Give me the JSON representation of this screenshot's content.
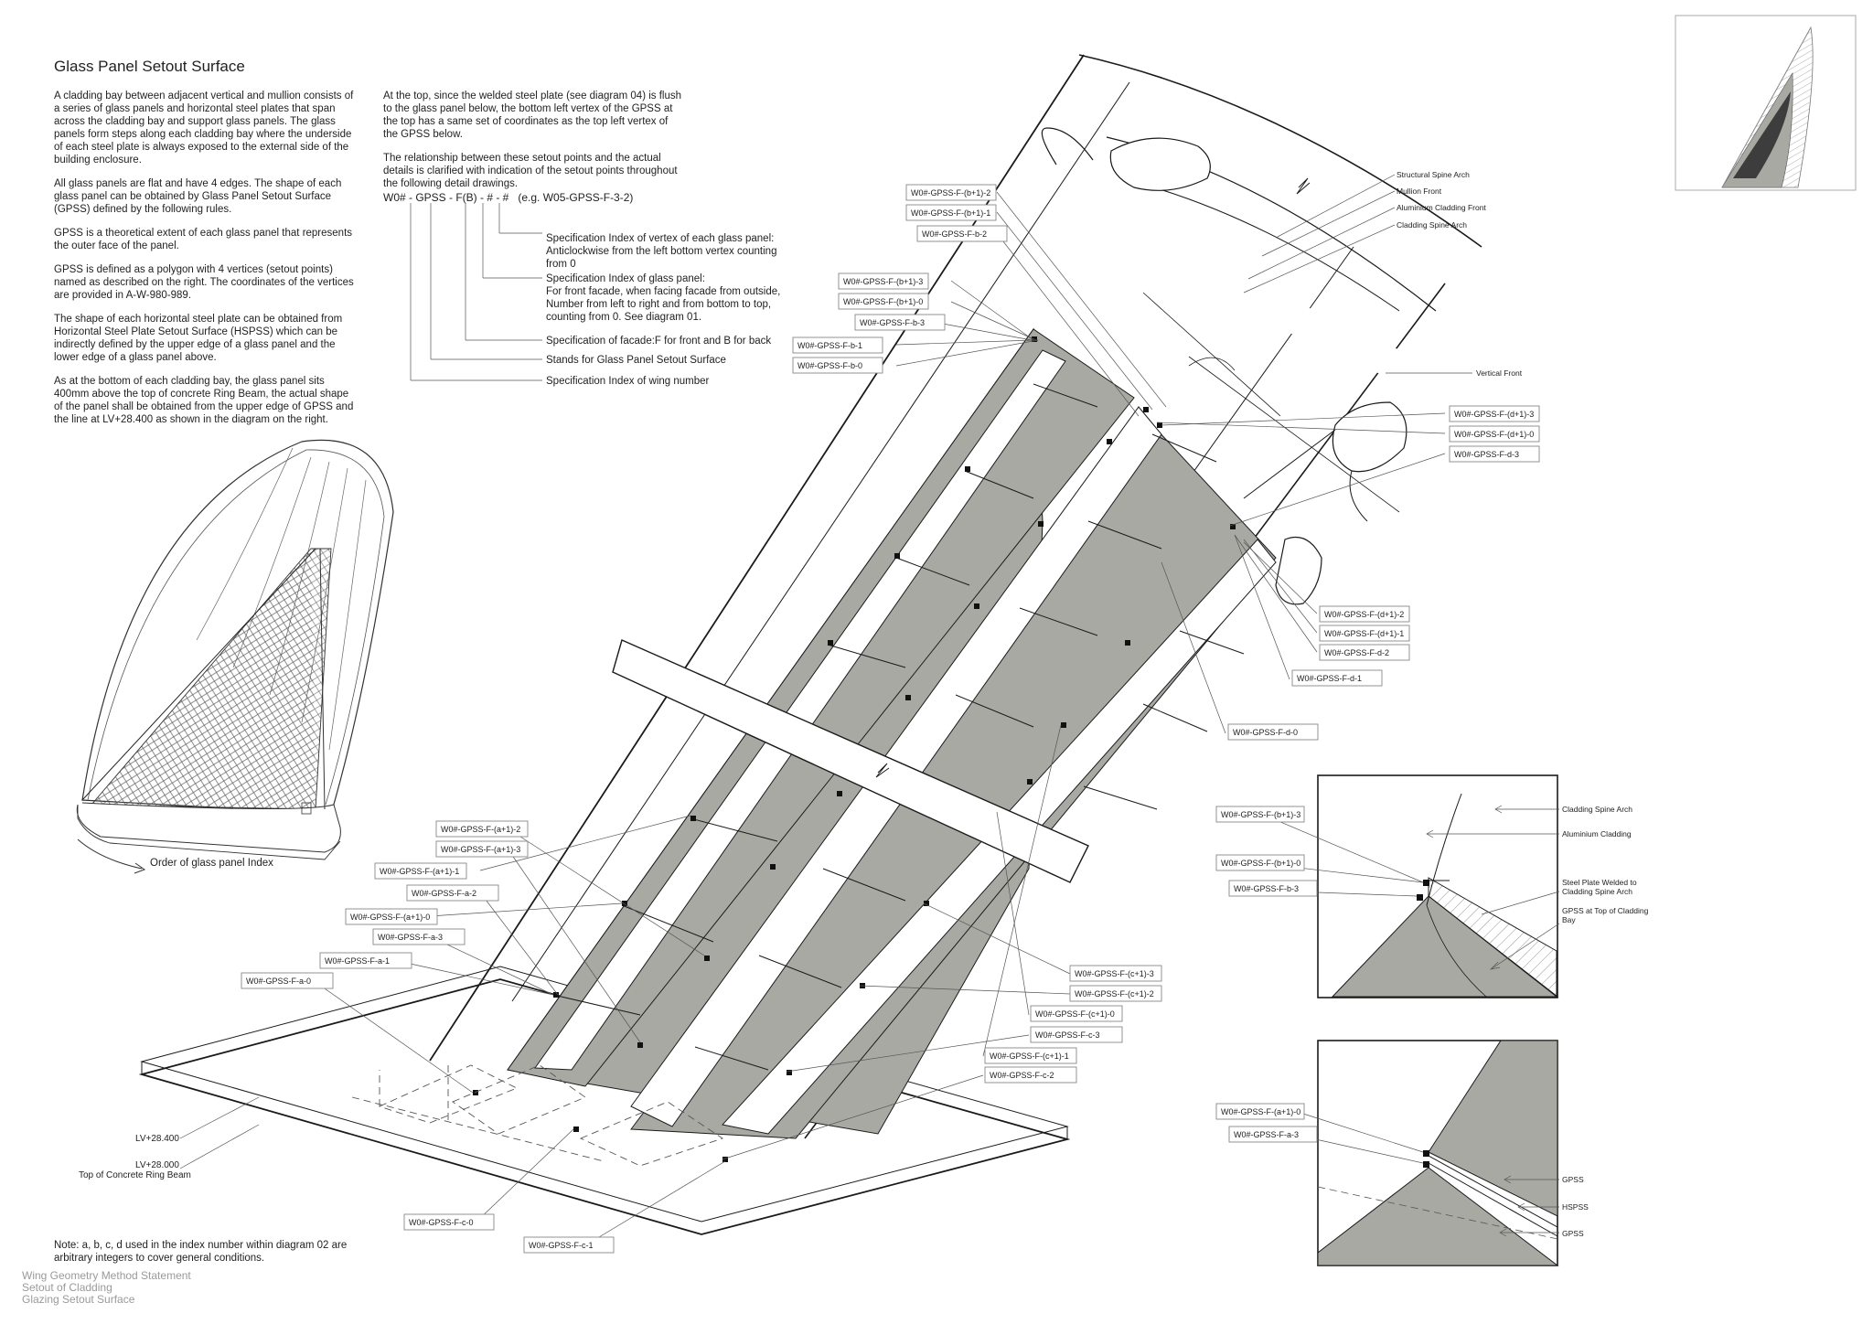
{
  "title": "Glass Panel Setout Surface",
  "left_paragraphs": [
    "A cladding bay between adjacent vertical and mullion consists of a series of glass panels and horizontal steel plates that span across the cladding bay and support glass panels. The glass panels form steps along each cladding bay where the underside of each steel plate is always exposed to the external side of the building enclosure.",
    "All glass panels are flat and have 4 edges. The shape of each glass panel can be obtained by Glass Panel Setout Surface (GPSS) defined by the following rules.",
    "GPSS is a theoretical extent of each glass panel that represents the outer face of the panel.",
    "GPSS is defined as a polygon with 4 vertices (setout points) named as described on the right. The coordinates of the vertices are provided in A-W-980-989.",
    "The shape of each horizontal steel plate can be obtained from Horizontal Steel Plate Setout Surface (HSPSS) which can be indirectly defined by the upper edge of a glass panel and the lower edge of a glass panel above.",
    "As at the bottom of each cladding bay, the glass panel sits 400mm above the top of concrete Ring Beam, the actual shape of the panel shall be obtained from the upper edge of GPSS and the line at LV+28.400 as shown in the diagram on the right."
  ],
  "middle_paragraphs": [
    "At the top, since the welded steel plate (see diagram 04) is flush to the glass panel below, the bottom left vertex of the GPSS at the top has a same set of coordinates as the top left vertex of the GPSS below.",
    "The relationship between these setout points and the actual details is clarified with indication of the setout points throughout the following detail drawings."
  ],
  "naming_formula": "W0# - GPSS - F(B) - #  - #",
  "naming_example": "(e.g. W05-GPSS-F-3-2)",
  "naming_legend": [
    "Specification Index of vertex of each glass panel:\nAnticlockwise from the left bottom vertex counting\nfrom 0",
    "Specification Index of glass panel:\nFor front facade, when facing facade from outside,\nNumber from left to right and from bottom to top,\ncounting from 0. See diagram 01.",
    "Specification of facade:F for front and B for back",
    "Stands for Glass Panel Setout Surface",
    "Specification Index of wing number"
  ],
  "order_caption": "Order of glass panel Index",
  "level_labels": [
    "LV+28.400",
    "LV+28.000",
    "Top of Concrete Ring Beam"
  ],
  "note": "Note: a, b, c, d used in the index number within diagram 02 are arbitrary integers to cover general conditions.",
  "footer": [
    "Wing Geometry Method Statement",
    "Setout of Cladding",
    "Glazing Setout Surface"
  ],
  "main_callouts": {
    "top_b": [
      "W0#-GPSS-F-(b+1)-2",
      "W0#-GPSS-F-(b+1)-1",
      "W0#-GPSS-F-b-2"
    ],
    "mid_b": [
      "W0#-GPSS-F-(b+1)-3",
      "W0#-GPSS-F-(b+1)-0",
      "W0#-GPSS-F-b-3",
      "W0#-GPSS-F-b-1",
      "W0#-GPSS-F-b-0"
    ],
    "d_upper": [
      "W0#-GPSS-F-(d+1)-3",
      "W0#-GPSS-F-(d+1)-0",
      "W0#-GPSS-F-d-3"
    ],
    "d_lower": [
      "W0#-GPSS-F-(d+1)-2",
      "W0#-GPSS-F-(d+1)-1",
      "W0#-GPSS-F-d-2",
      "W0#-GPSS-F-d-1",
      "W0#-GPSS-F-d-0"
    ],
    "a_group": [
      "W0#-GPSS-F-(a+1)-2",
      "W0#-GPSS-F-(a+1)-3",
      "W0#-GPSS-F-(a+1)-1",
      "W0#-GPSS-F-a-2",
      "W0#-GPSS-F-(a+1)-0",
      "W0#-GPSS-F-a-3",
      "W0#-GPSS-F-a-1",
      "W0#-GPSS-F-a-0"
    ],
    "c_group": [
      "W0#-GPSS-F-(c+1)-3",
      "W0#-GPSS-F-(c+1)-2",
      "W0#-GPSS-F-(c+1)-0",
      "W0#-GPSS-F-c-3",
      "W0#-GPSS-F-(c+1)-1",
      "W0#-GPSS-F-c-2"
    ],
    "c_bottom": [
      "W0#-GPSS-F-c-0",
      "W0#-GPSS-F-c-1"
    ]
  },
  "component_labels": [
    "Structural Spine Arch",
    "Mullion Front",
    "Aluminium Cladding Front",
    "Cladding Spine Arch",
    "Vertical Front"
  ],
  "detail_top": {
    "callouts": [
      "W0#-GPSS-F-(b+1)-3",
      "W0#-GPSS-F-(b+1)-0",
      "W0#-GPSS-F-b-3"
    ],
    "labels": [
      "Cladding Spine Arch",
      "Aluminium Cladding",
      "Steel Plate Welded to\nCladding Spine Arch",
      "GPSS at Top of Cladding\nBay"
    ]
  },
  "detail_bottom": {
    "callouts": [
      "W0#-GPSS-F-(a+1)-0",
      "W0#-GPSS-F-a-3"
    ],
    "labels": [
      "GPSS",
      "HSPSS",
      "GPSS"
    ]
  },
  "colors": {
    "panel_fill": "#a9a9a4",
    "line": "#1a1a1a",
    "muted_text": "#9a9a9a",
    "dark_fill": "#3d3d3d"
  }
}
